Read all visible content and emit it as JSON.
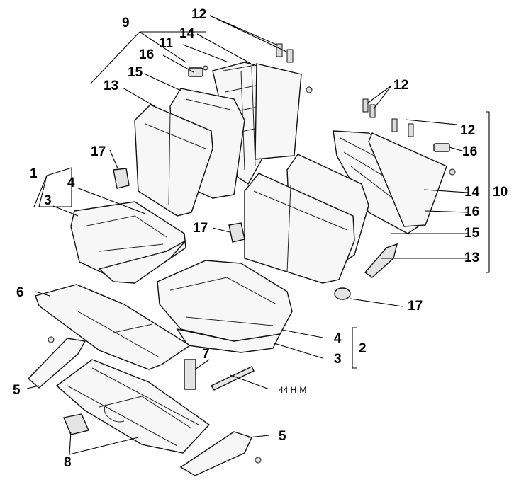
{
  "callouts": {
    "c1": "1",
    "c2": "2",
    "c3a": "3",
    "c3b": "3",
    "c4a": "4",
    "c4b": "4",
    "c5a": "5",
    "c5b": "5",
    "c6": "6",
    "c7": "7",
    "c8": "8",
    "c9": "9",
    "c10": "10",
    "c11": "11",
    "c12a": "12",
    "c12b": "12",
    "c12c": "12",
    "c13a": "13",
    "c13b": "13",
    "c14a": "14",
    "c14b": "14",
    "c15a": "15",
    "c15b": "15",
    "c16a": "16",
    "c16b": "16",
    "c16c": "16",
    "c17a": "17",
    "c17b": "17",
    "c17c": "17"
  },
  "torque_label": "44 H·M"
}
